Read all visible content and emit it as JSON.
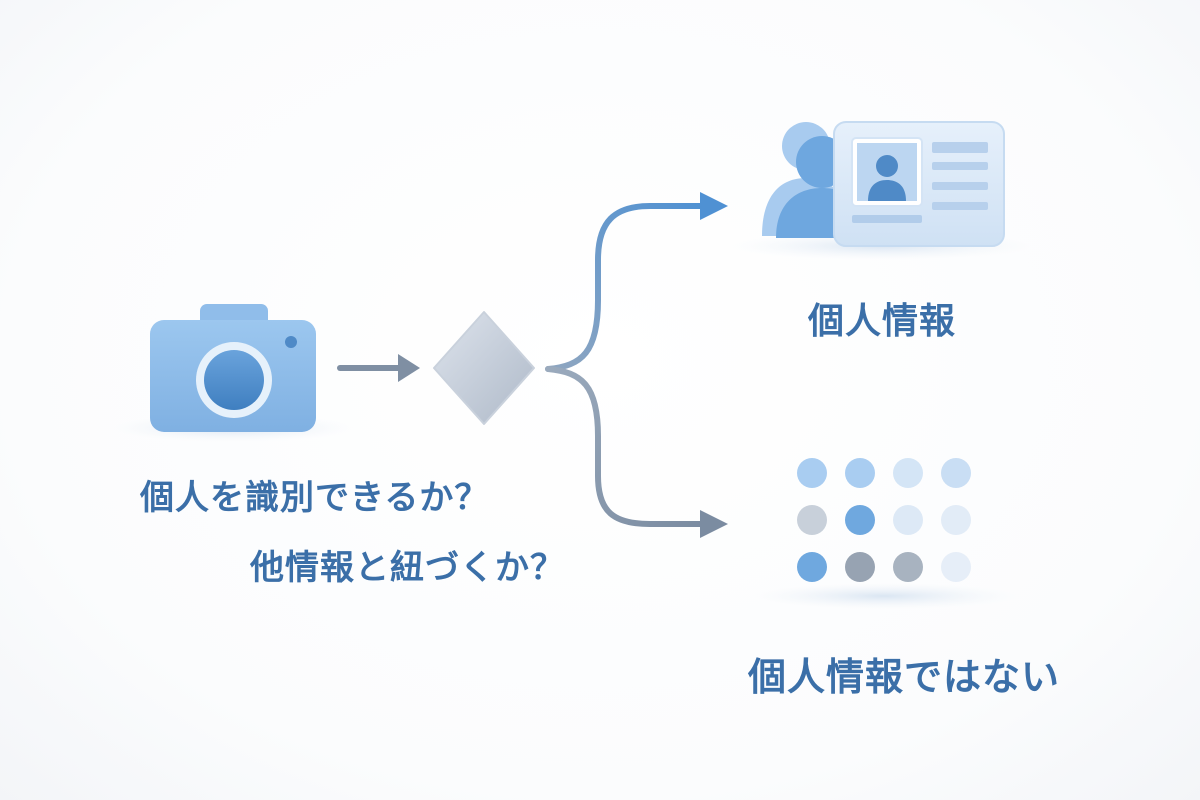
{
  "questions": {
    "identify": "個人を識別できるか？",
    "linked": "他情報と紐づくか？"
  },
  "outcomes": {
    "personal_info": "個人情報",
    "not_personal_info": "個人情報ではない"
  },
  "icons": {
    "source": "camera-icon",
    "decision": "diamond-decision-icon",
    "yes_result": "id-card-with-person-icon",
    "no_result": "dot-grid-icon"
  },
  "colors": {
    "text_blue": "#3b6fa8",
    "icon_blue": "#8fbde9",
    "icon_blue_dark": "#4f8ac7",
    "arrow_blue": "#5f9ad6",
    "arrow_gray": "#7f8fa3",
    "diamond": "#c4ccd8"
  }
}
